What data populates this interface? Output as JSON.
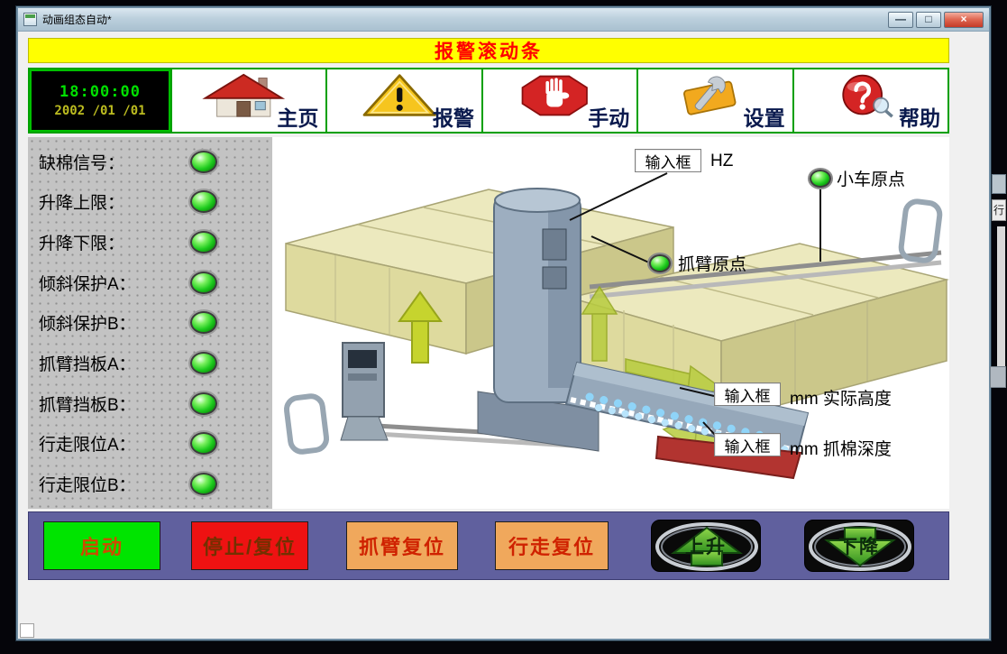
{
  "window": {
    "title": "动画组态自动*",
    "minimize_glyph": "—",
    "maximize_glyph": "□",
    "close_glyph": "×"
  },
  "alarm_banner": {
    "text": "报警滚动条"
  },
  "toolbar": {
    "clock": {
      "time": "18:00:00",
      "date": "2002 /01 /01"
    },
    "buttons": [
      {
        "id": "home",
        "label": "主页"
      },
      {
        "id": "alarm",
        "label": "报警"
      },
      {
        "id": "manual",
        "label": "手动"
      },
      {
        "id": "settings",
        "label": "设置"
      },
      {
        "id": "help",
        "label": "帮助"
      }
    ]
  },
  "status_panel": {
    "items": [
      {
        "label": "缺棉信号：",
        "state": "on"
      },
      {
        "label": "升降上限：",
        "state": "on"
      },
      {
        "label": "升降下限：",
        "state": "on"
      },
      {
        "label": "倾斜保护A：",
        "state": "on"
      },
      {
        "label": "倾斜保护B：",
        "state": "on"
      },
      {
        "label": "抓臂挡板A：",
        "state": "on"
      },
      {
        "label": "抓臂挡板B：",
        "state": "on"
      },
      {
        "label": "行走限位A：",
        "state": "on"
      },
      {
        "label": "行走限位B：",
        "state": "on"
      }
    ]
  },
  "diagram": {
    "freq_input": {
      "value": "输入框",
      "unit": "HZ"
    },
    "trolley_origin": {
      "label": "小车原点",
      "state": "on"
    },
    "arm_origin": {
      "label": "抓臂原点",
      "state": "on"
    },
    "height_input": {
      "value": "输入框",
      "unit": "mm 实际高度"
    },
    "depth_input": {
      "value": "输入框",
      "unit": "mm 抓棉深度"
    }
  },
  "control_bar": {
    "buttons": [
      {
        "label": "启动"
      },
      {
        "label": "停止/复位"
      },
      {
        "label": "抓臂复位"
      },
      {
        "label": "行走复位"
      },
      {
        "label": "上升"
      },
      {
        "label": "下降"
      }
    ]
  },
  "desktop": {
    "edge_fragment": "行"
  },
  "colors": {
    "banner_bg": "#ffff00",
    "banner_text": "#ff0000",
    "led_on": "#1ecb1e",
    "start_bg": "#00e400",
    "stop_bg": "#ee1212",
    "reset_bg": "#f0a85c",
    "strip_bg": "#60609e",
    "toolbar_border": "#00a000",
    "clock_time": "#00e000",
    "clock_date": "#bcbc20"
  }
}
